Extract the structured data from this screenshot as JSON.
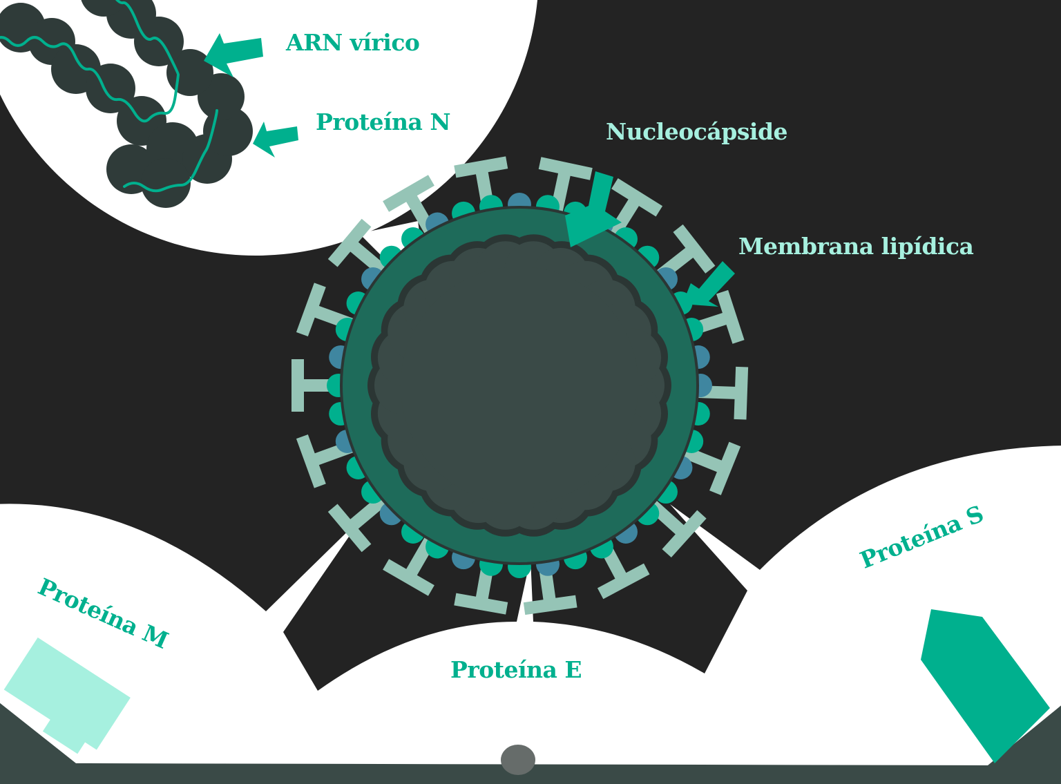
{
  "colors": {
    "background": "#232323",
    "panel": "#ffffff",
    "teal": "#00b08e",
    "mint": "#a6f0df",
    "spike": "#95c4b6",
    "envelope": "#1e6b5a",
    "core": "#3a4a47",
    "core_dark": "#2b3634",
    "membrane_blue": "#3f86a0"
  },
  "labels": {
    "arn": "ARN vírico",
    "proteina_n": "Proteína N",
    "nucleocapside": "Nucleocápside",
    "membrana": "Membrana lipídica",
    "proteina_m": "Proteína M",
    "proteina_e": "Proteína E",
    "proteina_s": "Proteína S"
  }
}
